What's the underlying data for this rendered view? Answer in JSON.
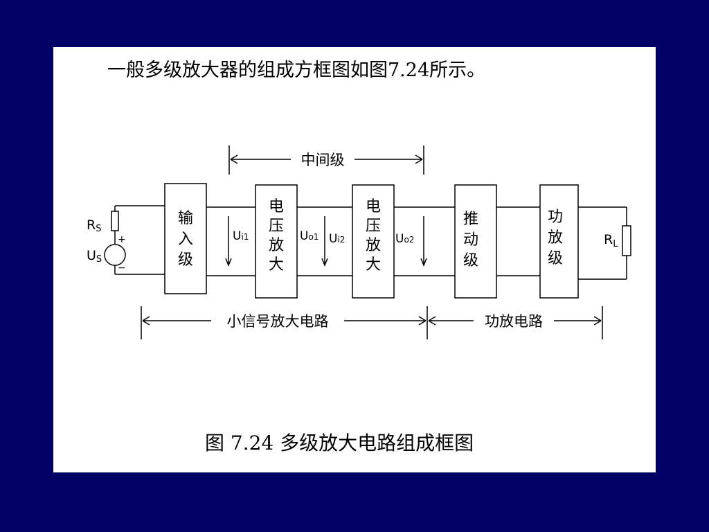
{
  "slide": {
    "intro_text": "一般多级放大器的组成方框图如图7.24所示。",
    "caption": "图 7.24 多级放大电路组成框图"
  },
  "diagram": {
    "top_label": "中间级",
    "bottom_left_label": "小信号放大电路",
    "bottom_right_label": "功放电路",
    "source_resistor": {
      "main": "R",
      "sub": "S"
    },
    "source_voltage": {
      "main": "U",
      "sub": "S"
    },
    "plus_sign": "+",
    "minus_sign": "−",
    "load_resistor": {
      "main": "R",
      "sub": "L"
    },
    "blocks": {
      "input_stage": [
        "输",
        "入",
        "级"
      ],
      "voltage_amp_1": [
        "电",
        "压",
        "放",
        "大"
      ],
      "voltage_amp_2": [
        "电",
        "压",
        "放",
        "大"
      ],
      "driver_stage": [
        "推",
        "动",
        "级"
      ],
      "power_amp_stage": [
        "功",
        "放",
        "级"
      ]
    },
    "signals": {
      "ui1": {
        "main": "U",
        "sub": "i1"
      },
      "uo1": {
        "main": "U",
        "sub": "o1"
      },
      "ui2": {
        "main": "U",
        "sub": "i2"
      },
      "uo2": {
        "main": "U",
        "sub": "o2"
      }
    }
  }
}
